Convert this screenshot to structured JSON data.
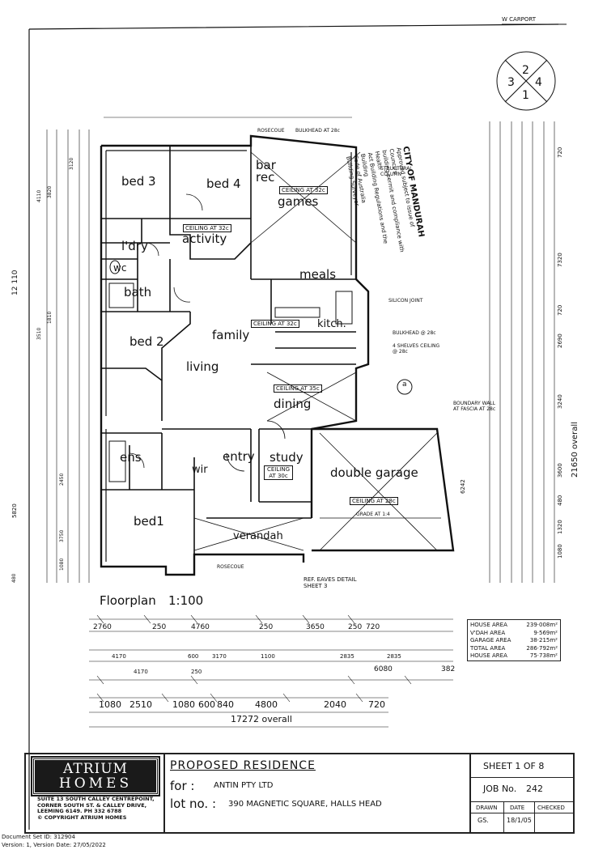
{
  "header_note": "W CARPORT",
  "compass": {
    "n": "2",
    "e": "4",
    "s": "1",
    "w": "3"
  },
  "rooms": {
    "bed3": "bed 3",
    "bed4": "bed 4",
    "bar": "bar",
    "rec": "rec",
    "games": "games",
    "activity": "activity",
    "ldry": "l'dry",
    "wc": "wc",
    "bath": "bath",
    "meals": "meals",
    "family": "family",
    "kitch": "kitch.",
    "bed2": "bed 2",
    "living": "living",
    "dining": "dining",
    "ens": "ens",
    "wir": "wir",
    "entry": "entry",
    "study": "study",
    "double_garage": "double garage",
    "bed1": "bed1",
    "verandah": "verandah"
  },
  "ceilings": {
    "activity": "CEILING AT 32c",
    "games": "CEILING AT 32c",
    "family": "CEILING AT 32c",
    "dining": "CEILING AT 35c",
    "study": "CEILING AT 30c",
    "garage": "CEILING AT 28c"
  },
  "stamp": {
    "line1": "CITY OF MANDURAH",
    "line2": "Approved subject to issue of Council's",
    "line3": "building permit and compliance with Health",
    "line4": "Act Building Regulations and the Building",
    "line5": "Code of Australia",
    "line6": "Building Surveyor"
  },
  "notes": {
    "bulkhead": "BULKHEAD AT 28c",
    "silicon": "SILICON JOINT",
    "bulkhead2": "BULKHEAD @ 28c",
    "shelves": "4 SHELVES CEILING @ 28c",
    "boundary": "BOUNDARY WALL AT FASCIA AT 28c",
    "rosecoue": "ROSECOUE",
    "structural": "STRUCTURAL COLUMN",
    "ref_eaves": "REF. EAVES DETAIL SHEET 3",
    "grade": "GRADE AT 1:4",
    "eaves_line": "ROSECOUE",
    "circle_a": "a"
  },
  "floorplan_label": "Floorplan",
  "scale": "1:100",
  "left_overall": "12 110",
  "right_overall": "21650 overall",
  "left_dims": [
    "480",
    "1080",
    "3750",
    "2450",
    "5820",
    "4110",
    "3820",
    "3120",
    "3510",
    "1810"
  ],
  "right_dims": [
    "720",
    "7320",
    "720",
    "2690",
    "3240",
    "3600",
    "480",
    "1320",
    "1080",
    "6242"
  ],
  "bottom_rows": {
    "row1": [
      "2760",
      "250",
      "4760",
      "250",
      "3650",
      "250",
      "720"
    ],
    "row2": [
      "4170",
      "600",
      "3170",
      "1100",
      "2835",
      "2835"
    ],
    "row3": [
      "4170",
      "250",
      "6080",
      "382"
    ],
    "row4": [
      "1080",
      "2510",
      "1080",
      "600",
      "840",
      "4800",
      "2040",
      "720"
    ]
  },
  "overall_width": "17272 overall",
  "areas": [
    {
      "label": "HOUSE AREA",
      "value": "239·008m²"
    },
    {
      "label": "V'DAH AREA",
      "value": "9·569m²"
    },
    {
      "label": "GARAGE AREA",
      "value": "38·215m²"
    },
    {
      "label": "TOTAL AREA",
      "value": "286·792m²"
    },
    {
      "label": "HOUSE AREA",
      "value": "75·738m²"
    }
  ],
  "title_block": {
    "logo_line1": "ATRIUM",
    "logo_line2": "HOMES",
    "company_addr1": "SUITE 13 SOUTH CALLEY CENTREPOINT,",
    "company_addr2": "CORNER SOUTH ST. & CALLEY DRIVE,",
    "company_addr3": "LEEMING 6149. PH 332 6788",
    "copyright": "© COPYRIGHT ATRIUM HOMES",
    "project": "PROPOSED RESIDENCE",
    "for_label": "for :",
    "for_value": "ANTIN PTY LTD",
    "lot_label": "lot no. :",
    "lot_value": "390 MAGNETIC SQUARE, HALLS HEAD",
    "sheet": "SHEET 1 OF 8",
    "job_label": "JOB No.",
    "job_value": "242",
    "drawn_label": "DRAWN",
    "date_label": "DATE",
    "checked_label": "CHECKED",
    "drawn_value": "GS.",
    "date_value": "18/1/05"
  },
  "footer": {
    "doc_id": "Document Set ID: 312904",
    "version": "Version: 1, Version Date: 27/05/2022"
  }
}
